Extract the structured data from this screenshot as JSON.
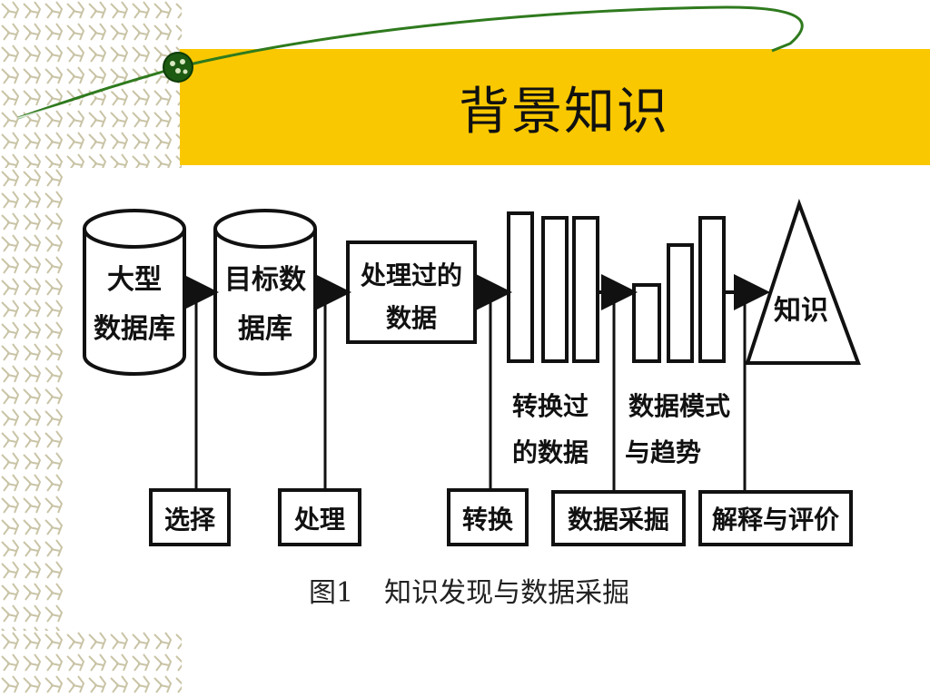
{
  "slide": {
    "title": "背景知识",
    "caption_figure": "图1",
    "caption_text": "知识发现与数据采掘"
  },
  "colors": {
    "band": "#f9c800",
    "swoosh": "#2f7a1e",
    "pattern": "#c9c4a6",
    "ink": "#111111"
  },
  "diagram": {
    "stores": {
      "large_db": [
        "大型",
        "数据库"
      ],
      "target_db": [
        "目标数",
        "据库"
      ],
      "processed": [
        "处理过的",
        "数据"
      ],
      "transformed": [
        "转换过",
        "的数据"
      ],
      "patterns": [
        "数据模式",
        "与趋势"
      ],
      "knowledge": "知识"
    },
    "steps": {
      "select": "选择",
      "process": "处理",
      "transform": "转换",
      "mining": "数据采掘",
      "interpret": "解释与评价"
    }
  }
}
